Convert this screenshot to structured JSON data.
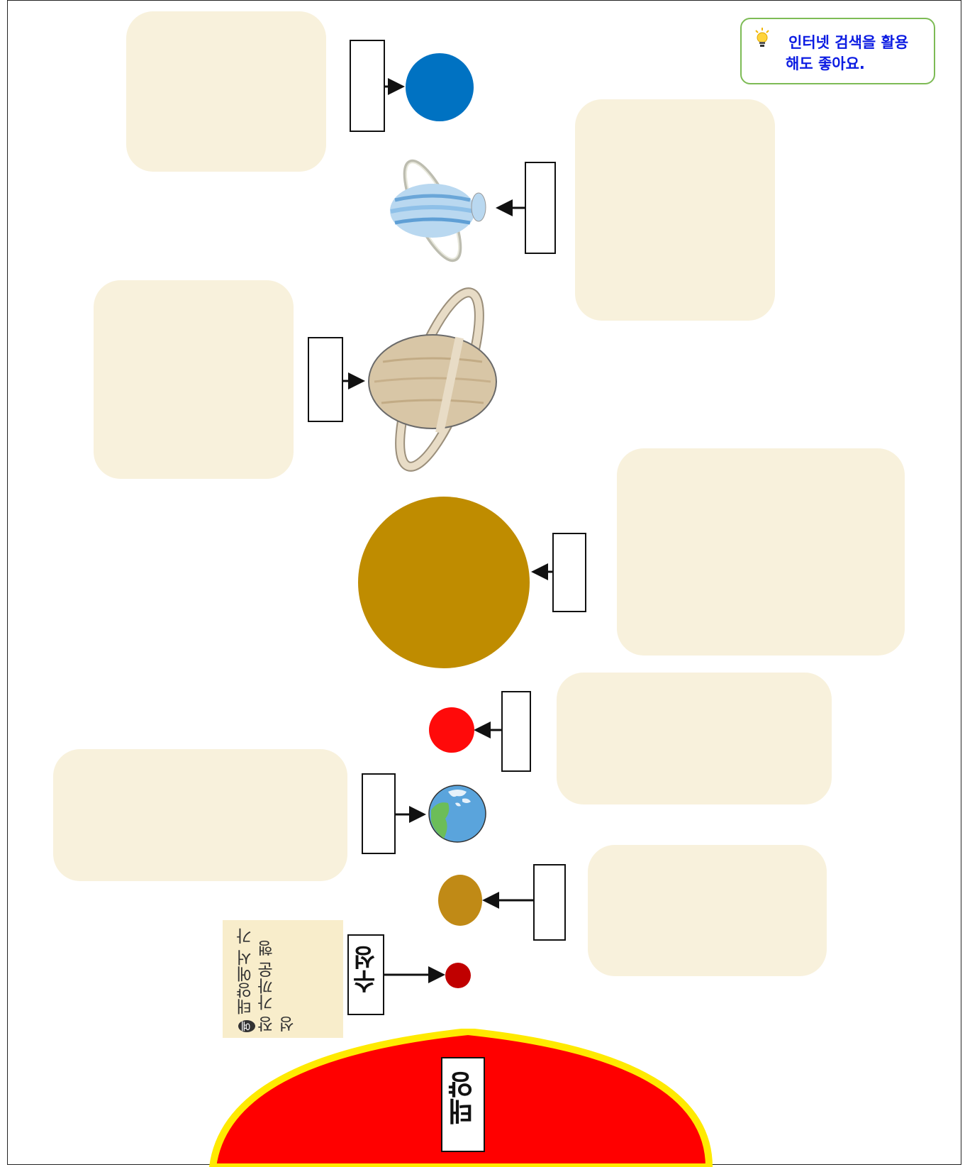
{
  "tip": {
    "icon": "lightbulb-icon",
    "line1": "인터넷 검색을 활용",
    "line2": "해도 좋아요."
  },
  "example": {
    "marker": "예",
    "text": "태양에서 가장 가까운 행성"
  },
  "labels": {
    "mercury": "수성",
    "sun": "태양"
  },
  "colors": {
    "note_bg": "#f8f1dc",
    "tip_border": "#7dbb55",
    "tip_text": "#0b1be2",
    "sun": "#ff0000",
    "sun_rim": "#ffea00",
    "neptune": "#0072c2",
    "jupiter": "#bf8c00",
    "mars": "#ff0a0a",
    "venus": "#c08a16",
    "mercury": "#c00000"
  },
  "planets": [
    {
      "icon": "neptune-icon"
    },
    {
      "icon": "uranus-icon"
    },
    {
      "icon": "saturn-icon"
    },
    {
      "icon": "jupiter-icon"
    },
    {
      "icon": "mars-icon"
    },
    {
      "icon": "earth-icon"
    },
    {
      "icon": "venus-icon"
    },
    {
      "icon": "mercury-icon"
    },
    {
      "icon": "sun-icon"
    }
  ]
}
